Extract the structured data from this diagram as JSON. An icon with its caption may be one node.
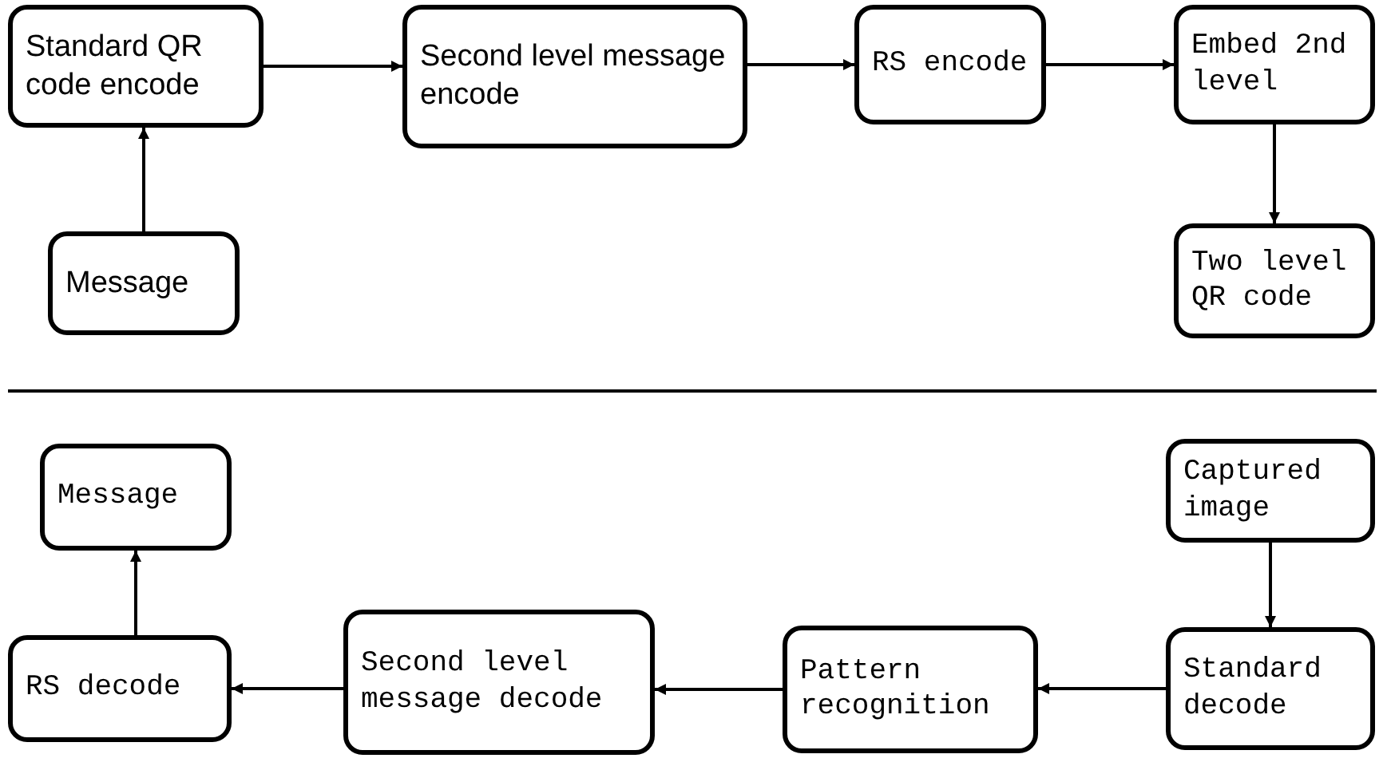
{
  "diagram": {
    "nodes": [
      {
        "text": [
          "Standard QR code encode"
        ]
      },
      {
        "text": [
          "Second level message encode"
        ]
      },
      {
        "text": [
          "RS encode"
        ]
      },
      {
        "text": [
          "Embed 2nd level"
        ]
      },
      {
        "text": [
          "Message"
        ]
      },
      {
        "text": [
          "Two level QR code"
        ]
      },
      {
        "text": [
          "Message"
        ]
      },
      {
        "text": [
          "Captured image"
        ]
      },
      {
        "text": [
          "RS decode"
        ]
      },
      {
        "text": [
          "Second level message decode"
        ]
      },
      {
        "text": [
          "Pattern recognition"
        ]
      },
      {
        "text": [
          "Standard decode"
        ]
      }
    ],
    "edges": [
      {
        "from": 4,
        "to": 0,
        "arrow": "to"
      },
      {
        "from": 0,
        "to": 1,
        "arrow": "to"
      },
      {
        "from": 1,
        "to": 2,
        "arrow": "to"
      },
      {
        "from": 2,
        "to": 3,
        "arrow": "to"
      },
      {
        "from": 3,
        "to": 5,
        "arrow": "to"
      },
      {
        "from": 7,
        "to": 11,
        "arrow": "to"
      },
      {
        "from": 11,
        "to": 10,
        "arrow": "to"
      },
      {
        "from": 10,
        "to": 9,
        "arrow": "to"
      },
      {
        "from": 9,
        "to": 8,
        "arrow": "to"
      },
      {
        "from": 8,
        "to": 6,
        "arrow": "to"
      }
    ]
  }
}
